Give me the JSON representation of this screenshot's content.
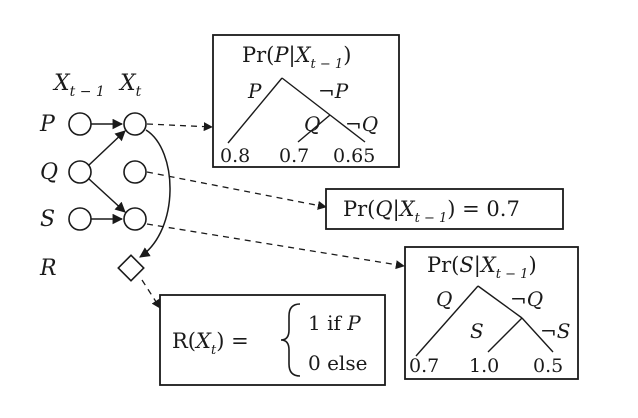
{
  "header": {
    "prev_label": "X",
    "prev_sub": "t − 1",
    "curr_label": "X",
    "curr_sub": "t"
  },
  "variables": {
    "p": "P",
    "q": "Q",
    "s": "S",
    "r": "R"
  },
  "cpt_p": {
    "title_pre": "Pr(",
    "title_var": "P",
    "title_bar": "|",
    "title_x": "X",
    "title_sub": "t − 1",
    "title_post": ")",
    "split_left": "P",
    "split_right": "¬P",
    "sub_left": "Q",
    "sub_right": "¬Q",
    "leaf_1": "0.8",
    "leaf_2": "0.7",
    "leaf_3": "0.65"
  },
  "cpt_q": {
    "pre": "Pr(",
    "var": "Q",
    "bar": "|",
    "x": "X",
    "sub": "t − 1",
    "post": ")  =  0.7"
  },
  "cpt_s": {
    "title_pre": "Pr(",
    "title_var": "S",
    "title_bar": "|",
    "title_x": "X",
    "title_sub": "t − 1",
    "title_post": ")",
    "split_left": "Q",
    "split_right": "¬Q",
    "sub_left": "S",
    "sub_right": "¬S",
    "leaf_1": "0.7",
    "leaf_2": "1.0",
    "leaf_3": "0.5"
  },
  "reward": {
    "lhs_r": "R(",
    "lhs_x": "X",
    "lhs_sub": "t",
    "lhs_post": ")  =",
    "case_1_val": "1 if ",
    "case_1_var": "P",
    "case_2": "0 else"
  },
  "colors": {
    "ink": "#1a1a1a",
    "box_fill": "#ffffff",
    "background": "#ffffff"
  }
}
